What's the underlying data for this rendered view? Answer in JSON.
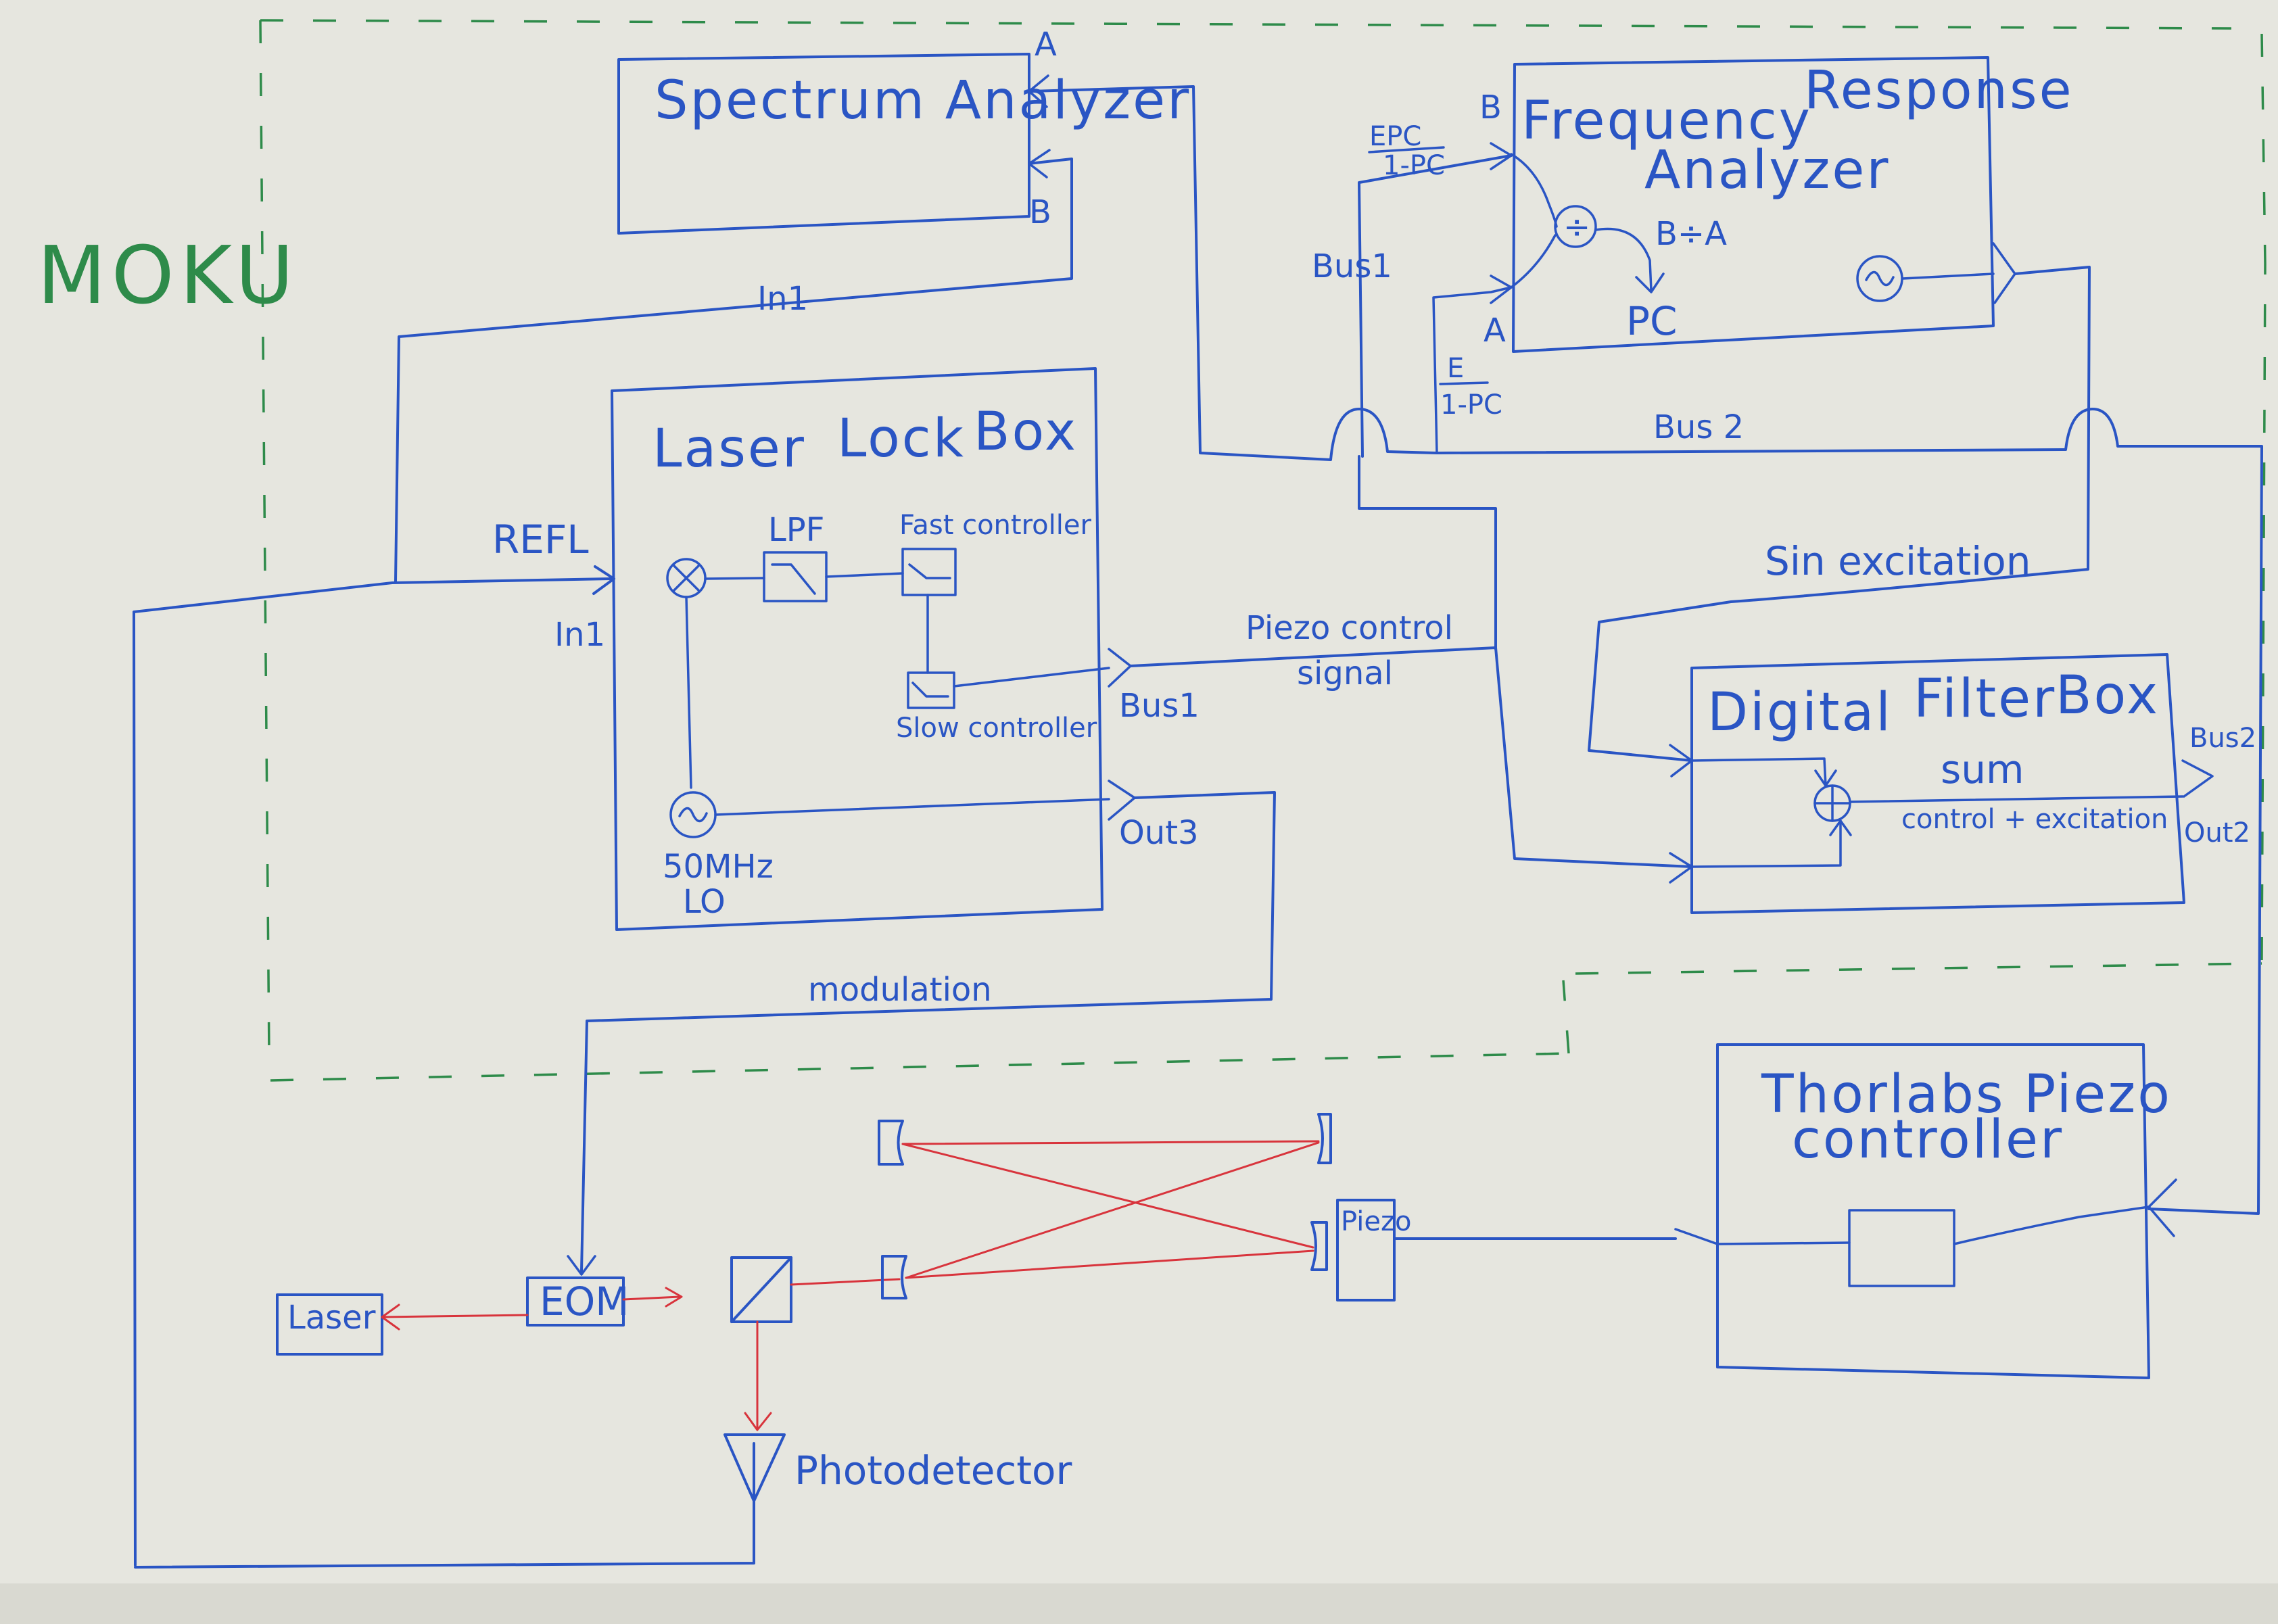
{
  "moku_label": "MOKU",
  "spectrum_analyzer": {
    "title": "Spectrum Analyzer",
    "port_a": "A",
    "port_b": "B",
    "input_label": "In1"
  },
  "frequency_response_analyzer": {
    "title_line1": "Frequency",
    "title_line2": "Response",
    "title_line3": "Analyzer",
    "port_b": "B",
    "port_a": "A",
    "port_b_signal_num": "EPC",
    "port_b_signal_den": "1-PC",
    "port_a_signal_num": "E",
    "port_a_signal_den": "1-PC",
    "divide_symbol": "÷",
    "ratio_label": "B÷A",
    "result_label": "PC"
  },
  "laser_lock_box": {
    "title_word1": "Laser",
    "title_word2": "Lock",
    "title_word3": "Box",
    "lpf_label": "LPF",
    "fast_controller_label": "Fast controller",
    "slow_controller_label": "Slow controller",
    "lo_freq_label": "50MHz",
    "lo_label": "LO",
    "input_label": "In1",
    "bus_label": "Bus1",
    "out_label": "Out3"
  },
  "digital_filter_box": {
    "title_word1": "Digital",
    "title_word2": "Filter",
    "title_word3": "Box",
    "sum_label": "sum",
    "sum_desc": "control + excitation",
    "bus_label": "Bus2",
    "out_label": "Out2"
  },
  "thorlabs_controller": {
    "title_line1": "Thorlabs Piezo",
    "title_line2": "controller"
  },
  "signals": {
    "refl": "REFL",
    "bus1": "Bus1",
    "bus2": "Bus 2",
    "sin_excitation": "Sin excitation",
    "piezo_control": "Piezo control",
    "signal": "signal",
    "modulation": "modulation"
  },
  "optics": {
    "laser": "Laser",
    "eom": "EOM",
    "piezo": "Piezo",
    "photodetector": "Photodetector"
  },
  "colors": {
    "ink_blue": "#2a55c4",
    "laser_red": "#d8343c",
    "boundary_green": "#2e8b4a",
    "paper": "#e6e6df"
  }
}
